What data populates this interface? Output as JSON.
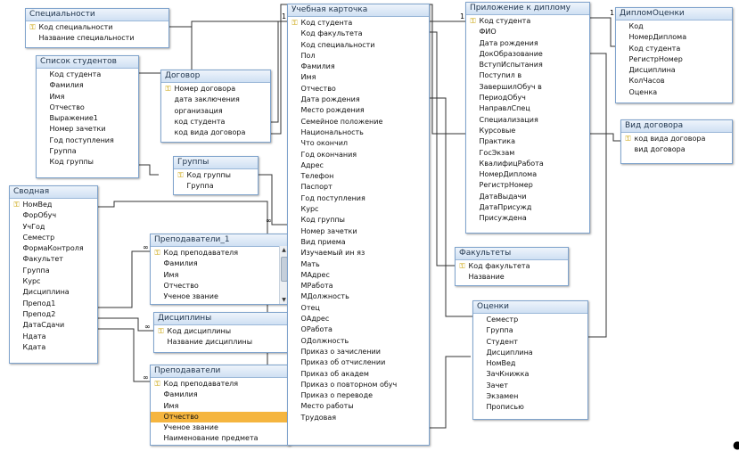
{
  "tables": {
    "specialnosti": {
      "title": "Специальности",
      "fields": [
        {
          "label": "Код специальности",
          "key": true
        },
        {
          "label": "Название специальности"
        }
      ]
    },
    "spisok": {
      "title": "Список студентов",
      "fields": [
        {
          "label": "Код студента"
        },
        {
          "label": "Фамилия"
        },
        {
          "label": "Имя"
        },
        {
          "label": "Отчество"
        },
        {
          "label": "Выражение1"
        },
        {
          "label": "Номер зачетки"
        },
        {
          "label": "Год поступления"
        },
        {
          "label": "Группа"
        },
        {
          "label": "Код группы"
        }
      ]
    },
    "dogovor": {
      "title": "Договор",
      "fields": [
        {
          "label": "Номер договора",
          "key": true
        },
        {
          "label": "дата заключения"
        },
        {
          "label": "организация"
        },
        {
          "label": "код студента"
        },
        {
          "label": "код вида договора"
        }
      ]
    },
    "gruppy": {
      "title": "Группы",
      "fields": [
        {
          "label": "Код группы",
          "key": true
        },
        {
          "label": "Группа"
        }
      ]
    },
    "svodnaya": {
      "title": "Сводная",
      "fields": [
        {
          "label": "НомВед",
          "key": true
        },
        {
          "label": "ФорОбуч"
        },
        {
          "label": "УчГод"
        },
        {
          "label": "Семестр"
        },
        {
          "label": "ФормаКонтроля"
        },
        {
          "label": "Факультет"
        },
        {
          "label": "Группа"
        },
        {
          "label": "Курс"
        },
        {
          "label": "Дисциплина"
        },
        {
          "label": "Препод1"
        },
        {
          "label": "Препод2"
        },
        {
          "label": "ДатаСдачи"
        },
        {
          "label": "Ндата"
        },
        {
          "label": "Кдата"
        }
      ]
    },
    "prepodavateli1": {
      "title": "Преподаватели_1",
      "fields": [
        {
          "label": "Код преподавателя",
          "key": true
        },
        {
          "label": "Фамилия"
        },
        {
          "label": "Имя"
        },
        {
          "label": "Отчество"
        },
        {
          "label": "Ученое звание"
        }
      ]
    },
    "discipliny": {
      "title": "Дисциплины",
      "fields": [
        {
          "label": "Код дисциплины",
          "key": true
        },
        {
          "label": "Название дисциплины"
        }
      ]
    },
    "prepodavateli": {
      "title": "Преподаватели",
      "fields": [
        {
          "label": "Код преподавателя",
          "key": true
        },
        {
          "label": "Фамилия"
        },
        {
          "label": "Имя"
        },
        {
          "label": "Отчество",
          "selected": true
        },
        {
          "label": "Ученое звание"
        },
        {
          "label": "Наименование предмета"
        }
      ]
    },
    "kartochka": {
      "title": "Учебная карточка",
      "fields": [
        {
          "label": "Код студента",
          "key": true
        },
        {
          "label": "Код факультета"
        },
        {
          "label": "Код специальности"
        },
        {
          "label": "Пол"
        },
        {
          "label": "Фамилия"
        },
        {
          "label": "Имя"
        },
        {
          "label": "Отчество"
        },
        {
          "label": "Дата рождения"
        },
        {
          "label": "Место рождения"
        },
        {
          "label": "Семейное положение"
        },
        {
          "label": "Национальность"
        },
        {
          "label": "Что окончил"
        },
        {
          "label": "Год окончания"
        },
        {
          "label": "Адрес"
        },
        {
          "label": "Телефон"
        },
        {
          "label": "Паспорт"
        },
        {
          "label": "Год поступления"
        },
        {
          "label": "Курс"
        },
        {
          "label": "Код группы"
        },
        {
          "label": "Номер зачетки"
        },
        {
          "label": "Вид приема"
        },
        {
          "label": "Изучаемый ин яз"
        },
        {
          "label": "Мать"
        },
        {
          "label": "МАдрес"
        },
        {
          "label": "МРабота"
        },
        {
          "label": "МДолжность"
        },
        {
          "label": "Отец"
        },
        {
          "label": "ОАдрес"
        },
        {
          "label": "ОРабота"
        },
        {
          "label": "ОДолжность"
        },
        {
          "label": "Приказ о зачислении"
        },
        {
          "label": "Приказ об отчислении"
        },
        {
          "label": "Приказ об академ"
        },
        {
          "label": "Приказ о повторном обуч"
        },
        {
          "label": "Приказ о переводе"
        },
        {
          "label": "Место работы"
        },
        {
          "label": "Трудовая"
        }
      ]
    },
    "prilozhenie": {
      "title": "Приложение к диплому",
      "fields": [
        {
          "label": "Код студента",
          "key": true
        },
        {
          "label": "ФИО"
        },
        {
          "label": "Дата рождения"
        },
        {
          "label": "ДокОбразование"
        },
        {
          "label": "ВступИспытания"
        },
        {
          "label": "Поступил в"
        },
        {
          "label": "ЗавершилОбуч в"
        },
        {
          "label": "ПериодОбуч"
        },
        {
          "label": "НаправлСпец"
        },
        {
          "label": "Специализация"
        },
        {
          "label": "Курсовые"
        },
        {
          "label": "Практика"
        },
        {
          "label": "ГосЭкзам"
        },
        {
          "label": "КвалифицРабота"
        },
        {
          "label": "НомерДиплома"
        },
        {
          "label": "РегистрНомер"
        },
        {
          "label": "ДатаВыдачи"
        },
        {
          "label": "ДатаПрисужд"
        },
        {
          "label": "Присуждена"
        }
      ]
    },
    "diplomocenki": {
      "title": "ДипломОценки",
      "fields": [
        {
          "label": "Код"
        },
        {
          "label": "НомерДиплома"
        },
        {
          "label": "Код студента"
        },
        {
          "label": "РегистрНомер"
        },
        {
          "label": "Дисциплина"
        },
        {
          "label": "КолЧасов"
        },
        {
          "label": "Оценка"
        }
      ]
    },
    "viddogovora": {
      "title": "Вид договора",
      "fields": [
        {
          "label": "код вида договора",
          "key": true
        },
        {
          "label": "вид договора"
        }
      ]
    },
    "fakultety": {
      "title": "Факультеты",
      "fields": [
        {
          "label": "Код факультета",
          "key": true
        },
        {
          "label": "Название"
        }
      ]
    },
    "ocenki": {
      "title": "Оценки",
      "fields": [
        {
          "label": "Семестр"
        },
        {
          "label": "Группа"
        },
        {
          "label": "Студент"
        },
        {
          "label": "Дисциплина"
        },
        {
          "label": "НомВед"
        },
        {
          "label": "ЗачКнижка"
        },
        {
          "label": "Зачет"
        },
        {
          "label": "Экзамен"
        },
        {
          "label": "Прописью"
        }
      ]
    }
  },
  "colors": {
    "line": "#333333",
    "header": "#cfe0f3",
    "border": "#7fa3cc",
    "selected": "#f5b53f"
  }
}
